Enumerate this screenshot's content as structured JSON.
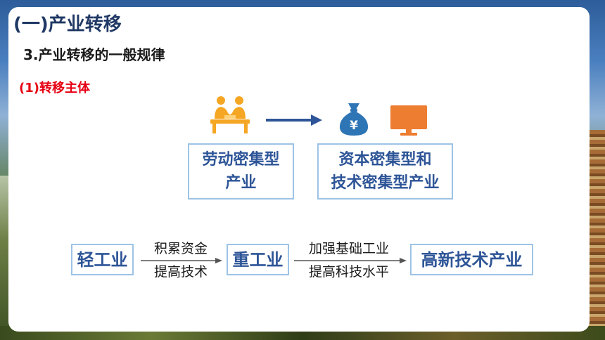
{
  "slide": {
    "title": "(一)产业转移",
    "subtitle": "3.产业转移的一般规律",
    "section": "(1)转移主体"
  },
  "transfer": {
    "from": {
      "line1": "劳动密集型",
      "line2": "产业"
    },
    "to": {
      "line1": "资本密集型和",
      "line2": "技术密集型产业"
    },
    "icons": [
      "workers-icon",
      "money-bag-icon",
      "monitor-icon"
    ],
    "money_symbol": "¥"
  },
  "chain": {
    "stage1": "轻工业",
    "step1": {
      "top": "积累资金",
      "bottom": "提高技术"
    },
    "stage2": "重工业",
    "step2": {
      "top": "加强基础工业",
      "bottom": "提高科技水平"
    },
    "stage3": "高新技术产业"
  },
  "colors": {
    "title": "#1f3864",
    "accent_red": "#e60012",
    "box_border": "#9dc3e6",
    "box_text": "#2e5597",
    "arrow": "#2e5597",
    "icon_orange": "#f5a623",
    "icon_blue": "#2e75b6",
    "monitor_orange": "#ed7d31"
  }
}
